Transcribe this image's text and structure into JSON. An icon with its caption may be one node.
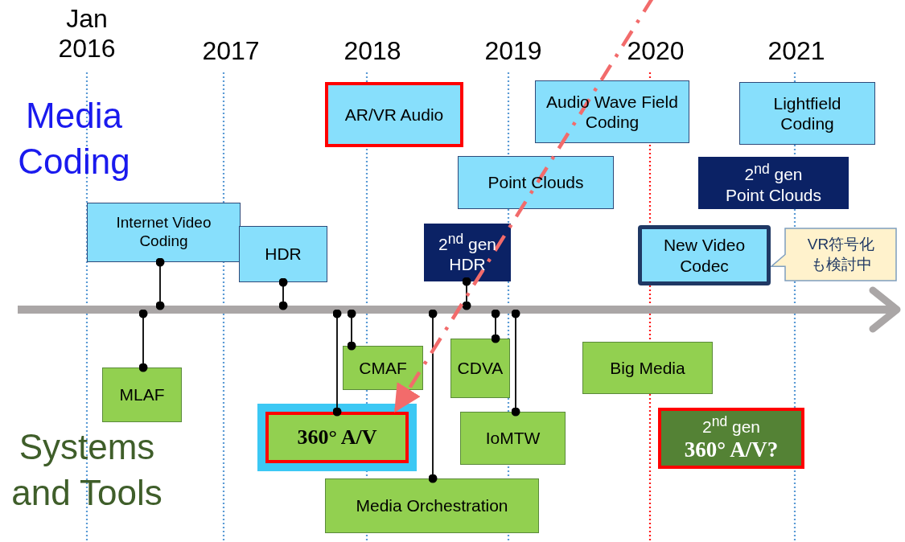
{
  "diagram": {
    "nodes": [
      {
        "text": [
          "AR/VR Audio"
        ]
      },
      {
        "text": [
          "Audio Wave Field Coding"
        ]
      },
      {
        "text": [
          "Lightfield Coding"
        ]
      },
      {
        "text": [
          "Point Clouds"
        ]
      },
      {
        "text": [
          "2$^{nd}$ gen",
          "Point Clouds"
        ]
      },
      {
        "text": [
          "Internet Video Coding"
        ]
      },
      {
        "text": [
          "HDR"
        ]
      },
      {
        "text": [
          "2$^{nd}$ gen",
          "HDR"
        ]
      },
      {
        "text": [
          "New Video Codec"
        ]
      },
      {
        "text": [
          "VR符号化も検討中"
        ]
      },
      {
        "text": [
          "MLAF"
        ]
      },
      {
        "text": [
          "CMAF"
        ]
      },
      {
        "text": [
          "360° A/V"
        ]
      },
      {
        "text": [
          "CDVA"
        ]
      },
      {
        "text": [
          "IoMTW"
        ]
      },
      {
        "text": [
          "Media Orchestration"
        ]
      },
      {
        "text": [
          "Big Media"
        ]
      },
      {
        "text": [
          "2$^{nd}$ gen",
          "360° A/V?"
        ]
      },
      {
        "text": [],
        "shape": "arrow"
      }
    ],
    "edges": [
      {
        "from": 5,
        "to": 18,
        "arrow": "other"
      },
      {
        "from": 10,
        "to": 18,
        "arrow": "other"
      },
      {
        "from": 6,
        "to": 18,
        "arrow": "other"
      },
      {
        "from": 11,
        "to": 18,
        "arrow": "other"
      },
      {
        "from": 12,
        "to": 18,
        "arrow": "other"
      },
      {
        "from": 15,
        "to": 18,
        "arrow": "other"
      },
      {
        "from": 7,
        "to": 18,
        "arrow": "other"
      },
      {
        "from": 13,
        "to": 18,
        "arrow": "other"
      },
      {
        "from": 14,
        "to": 18,
        "arrow": "other"
      },
      {
        "from": null,
        "to": 12,
        "arrow": "to",
        "style": "dashed",
        "color": "#f26b6b"
      }
    ],
    "labels": [
      "Jan 2016",
      "2017",
      "2018",
      "2019",
      "2020",
      "2021",
      "Media Coding",
      "Systems and Tools"
    ]
  }
}
